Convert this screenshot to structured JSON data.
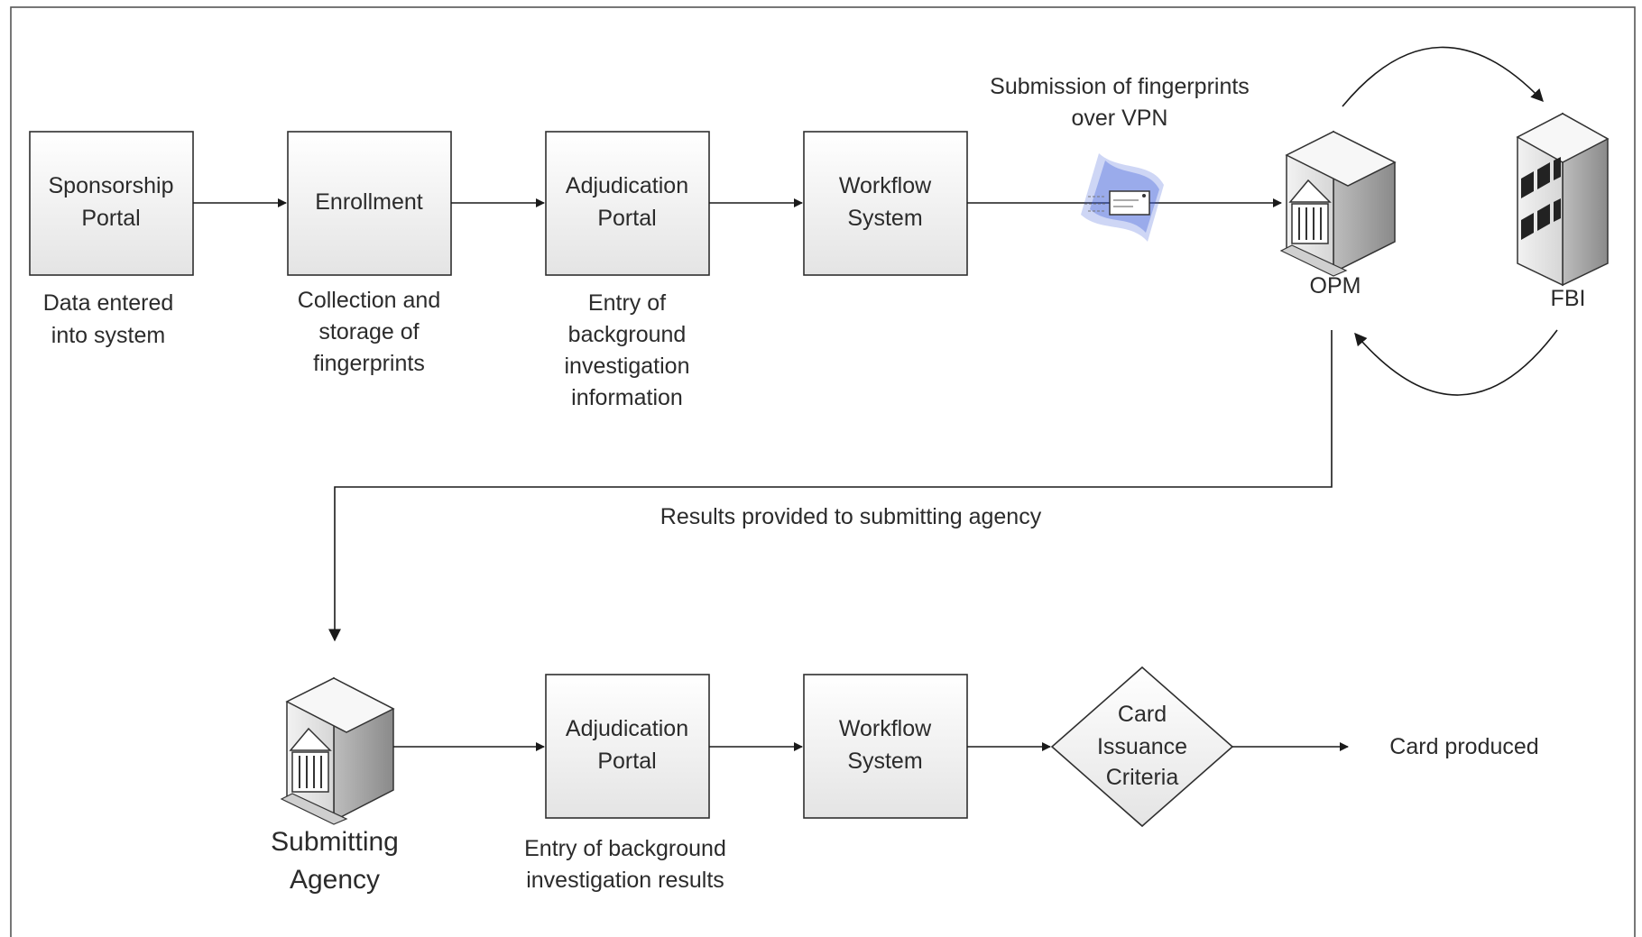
{
  "nodes": {
    "sponsorship_portal": {
      "line1": "Sponsorship",
      "line2": "Portal",
      "caption": [
        "Data entered",
        "into system"
      ]
    },
    "enrollment": {
      "label": "Enrollment",
      "caption": [
        "Collection and",
        "storage  of",
        "fingerprints"
      ]
    },
    "adjudication_portal_top": {
      "line1": "Adjudication",
      "line2": "Portal",
      "caption": [
        "Entry of",
        "background",
        "investigation",
        "information"
      ]
    },
    "workflow_system_top": {
      "line1": "Workflow",
      "line2": "System"
    },
    "opm": {
      "label": "OPM",
      "icon": "government-building-icon"
    },
    "fbi": {
      "label": "FBI",
      "icon": "office-building-icon"
    },
    "submitting_agency": {
      "line1": "Submitting",
      "line2": "Agency",
      "icon": "government-building-icon"
    },
    "adjudication_portal_bottom": {
      "line1": "Adjudication",
      "line2": "Portal",
      "caption": [
        "Entry of background",
        "investigation results"
      ]
    },
    "workflow_system_bottom": {
      "line1": "Workflow",
      "line2": "System"
    },
    "card_issuance_criteria": {
      "line1": "Card",
      "line2": "Issuance",
      "line3": "Criteria"
    },
    "card_produced": {
      "label": "Card produced"
    }
  },
  "annotations": {
    "vpn": [
      "Submission of fingerprints",
      "over VPN"
    ],
    "vpn_icon": "envelope-transmission-icon",
    "results": "Results provided to submitting agency"
  },
  "colors": {
    "box_top": "#ffffff",
    "box_bottom": "#e6e6e6",
    "line": "#1a1a1a",
    "frame": "#555555",
    "vpn_blue": "#3a5bd9"
  }
}
